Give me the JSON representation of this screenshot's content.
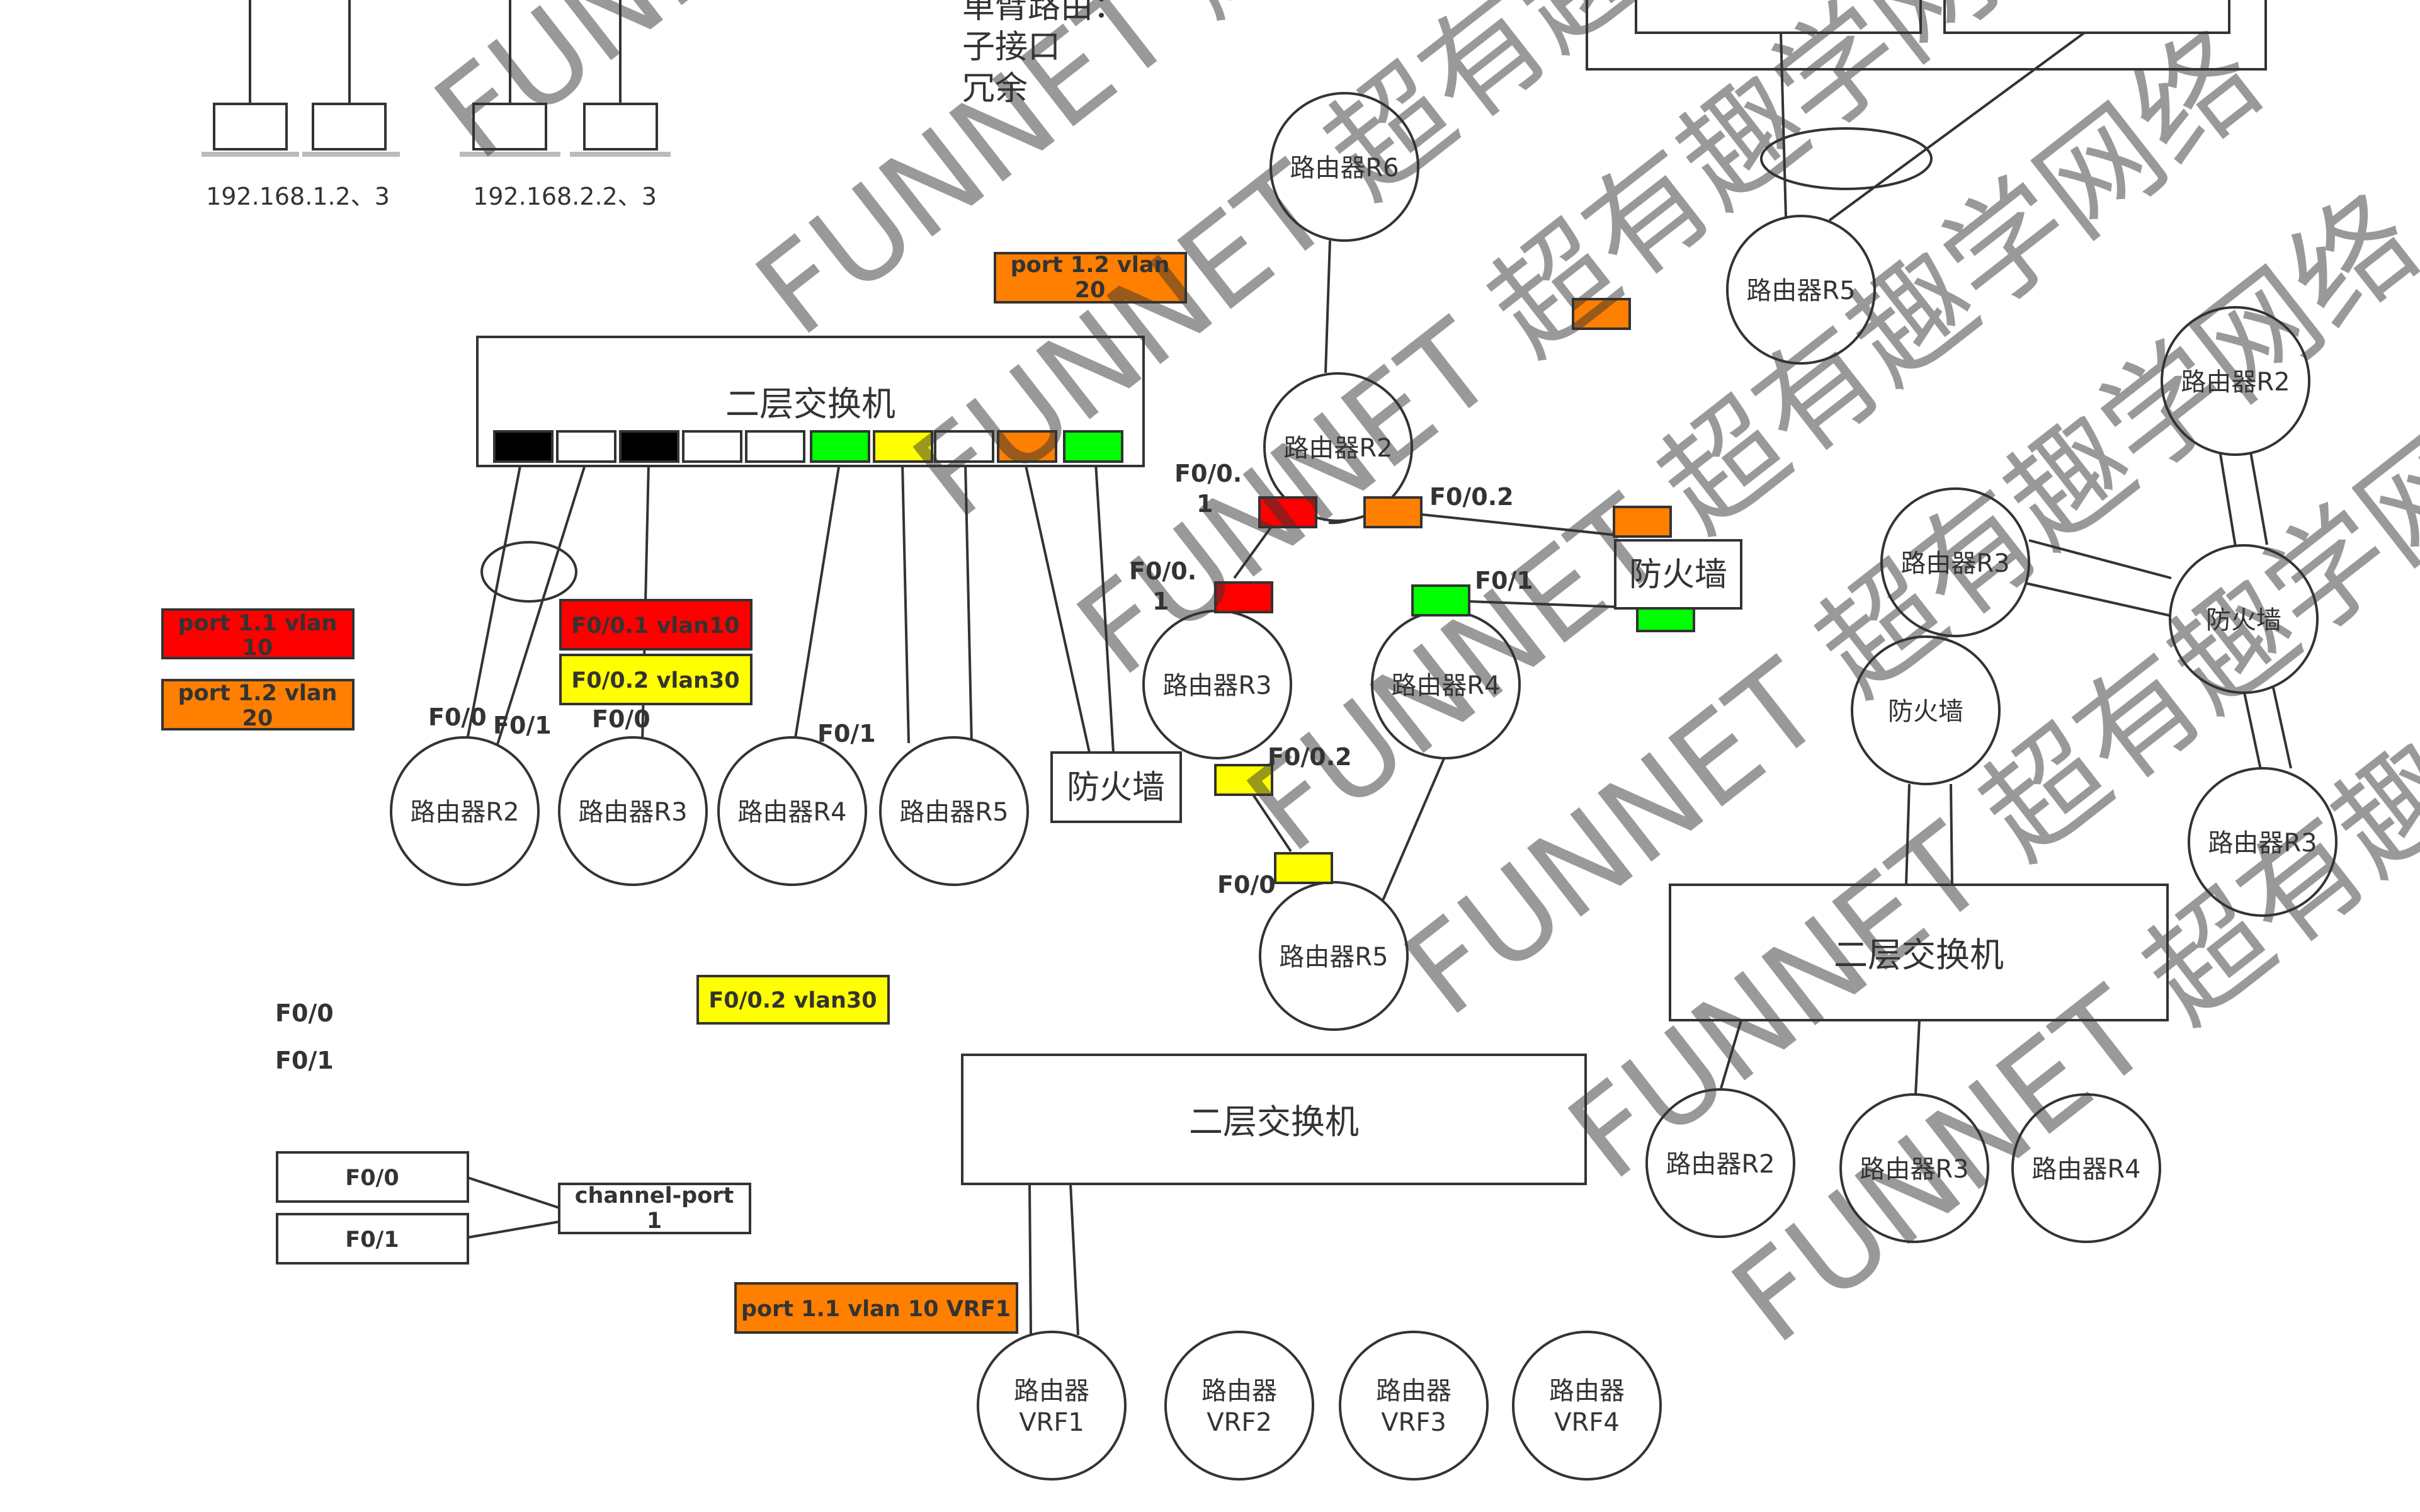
{
  "watermark": {
    "text": "FUNNET 超有趣学网络"
  },
  "notes": {
    "line1": "单臂路由：",
    "line2": "子接口",
    "line3": "冗余"
  },
  "hosts": {
    "group1_ip": "192.168.1.2、3",
    "group2_ip": "192.168.2.2、3"
  },
  "switches": {
    "left": "二层交换机",
    "bottom": "二层交换机",
    "right": "二层交换机"
  },
  "routers": {
    "r2_left": "路由器R2",
    "r3_left": "路由器R3",
    "r4_left": "路由器R4",
    "r5_left": "路由器R5",
    "r6_mid": "路由器R6",
    "r2_mid": "路由器R2",
    "r3_mid": "路由器R3",
    "r4_mid": "路由器R4",
    "r5_mid": "路由器R5",
    "r5_top": "路由器R5",
    "r2_far": "路由器R2",
    "r3_far1": "路由器R3",
    "fw_far1": "防火墙",
    "fw_far2": "防火墙",
    "r3_far2": "路由器R3",
    "r2_bottom": "路由器R2",
    "r3_bottom": "路由器R3",
    "r4_bottom": "路由器R4",
    "vrf_prefix": "路由器",
    "vrf1": "VRF1",
    "vrf2": "VRF2",
    "vrf3": "VRF3",
    "vrf4": "VRF4"
  },
  "firewalls": {
    "left": "防火墙",
    "mid": "防火墙"
  },
  "tags": {
    "port11_red": [
      "port 1.1 vlan",
      "10"
    ],
    "port12_left": [
      "port 1.2 vlan",
      "20"
    ],
    "port12_top": [
      "port 1.2 vlan",
      "20"
    ],
    "f001_vlan10": "F0/0.1 vlan10",
    "f002_vlan30": "F0/0.2 vlan30",
    "f002_vlan30_b": "F0/0.2 vlan30",
    "port11_vrf1": "port 1.1 vlan 10 VRF1",
    "channel_port": [
      "channel-port",
      "1"
    ]
  },
  "ports": {
    "f00_a": "F0/0",
    "f01_a": "F0/1",
    "f00_b": "F0/0",
    "f01_b": "F0/1",
    "f001_a": [
      "F0/0.",
      "1"
    ],
    "f001_b": [
      "F0/0.",
      "1"
    ],
    "f002_a": "F0/0.2",
    "f01_c": "F0/1",
    "f002_b": "F0/0.2",
    "f00_c": "F0/0",
    "legend_f00": "F0/0",
    "legend_f01": "F0/1",
    "box_f00": "F0/0",
    "box_f01": "F0/1"
  },
  "colors": {
    "red": "#ff0000",
    "orange": "#ff7f00",
    "yellow": "#ffff00",
    "green": "#00ff00",
    "black": "#000000",
    "stroke": "#333333"
  }
}
